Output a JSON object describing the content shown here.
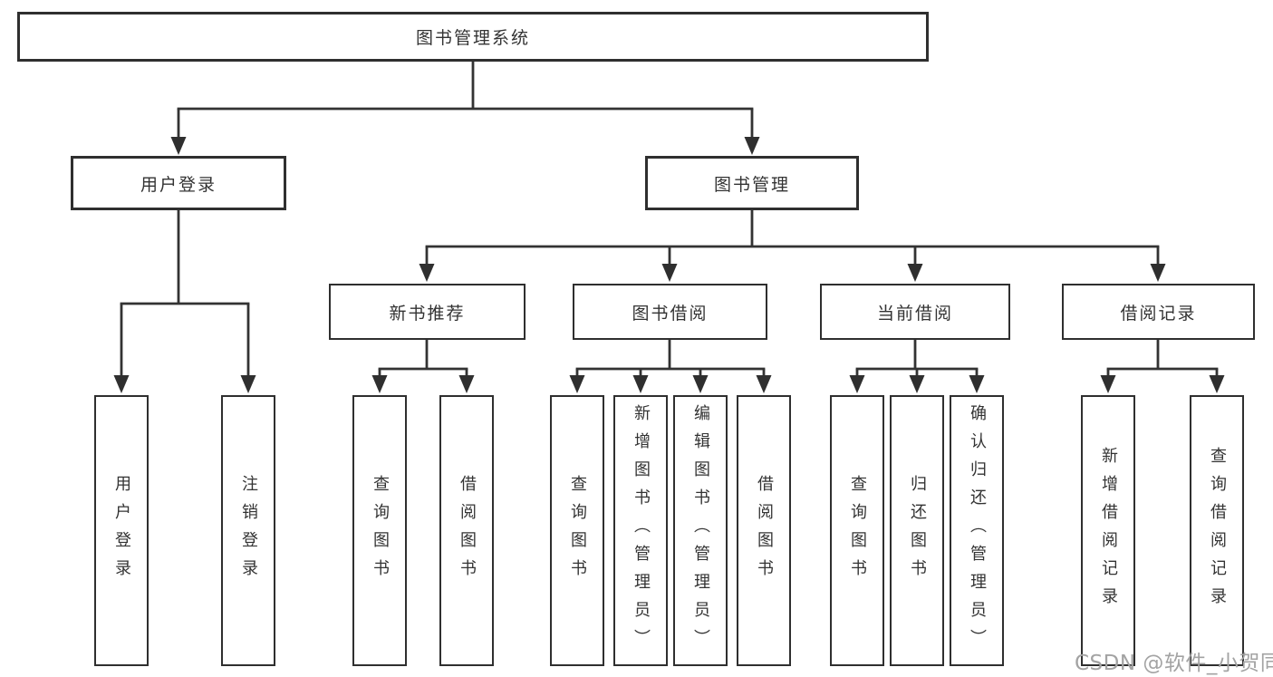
{
  "diagram": {
    "root": {
      "label": "图书管理系统"
    },
    "branches": [
      {
        "label": "用户登录",
        "children": [
          {
            "label": "用户登录"
          },
          {
            "label": "注销登录"
          }
        ]
      },
      {
        "label": "图书管理",
        "children": [
          {
            "label": "新书推荐",
            "children": [
              {
                "label": "查询图书"
              },
              {
                "label": "借阅图书"
              }
            ]
          },
          {
            "label": "图书借阅",
            "children": [
              {
                "label": "查询图书"
              },
              {
                "label": "新增图书（管理员）"
              },
              {
                "label": "编辑图书（管理员）"
              },
              {
                "label": "借阅图书"
              }
            ]
          },
          {
            "label": "当前借阅",
            "children": [
              {
                "label": "查询图书"
              },
              {
                "label": "归还图书"
              },
              {
                "label": "确认归还（管理员）"
              }
            ]
          },
          {
            "label": "借阅记录",
            "children": [
              {
                "label": "新增借阅记录"
              },
              {
                "label": "查询借阅记录"
              }
            ]
          }
        ]
      }
    ]
  },
  "watermark": {
    "text": "CSDN @软件_小贺同学"
  },
  "colors": {
    "line": "#333333",
    "box_border": "#2f2f2f",
    "text": "#333333",
    "watermark": "#a3a3a3",
    "background": "#ffffff"
  }
}
